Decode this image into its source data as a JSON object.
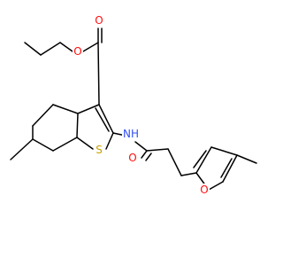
{
  "atoms": [
    {
      "id": "O_ester_dbl",
      "label": "O",
      "color": "#ff0d0d"
    },
    {
      "id": "O_ester_sgl",
      "label": "O",
      "color": "#ff0d0d"
    },
    {
      "id": "NH",
      "label": "NH",
      "color": "#3050f8"
    },
    {
      "id": "S",
      "label": "S",
      "color": "#c8a000"
    },
    {
      "id": "O_amide",
      "label": "O",
      "color": "#ff0d0d"
    },
    {
      "id": "O_furan",
      "label": "O",
      "color": "#ff0d0d"
    }
  ]
}
